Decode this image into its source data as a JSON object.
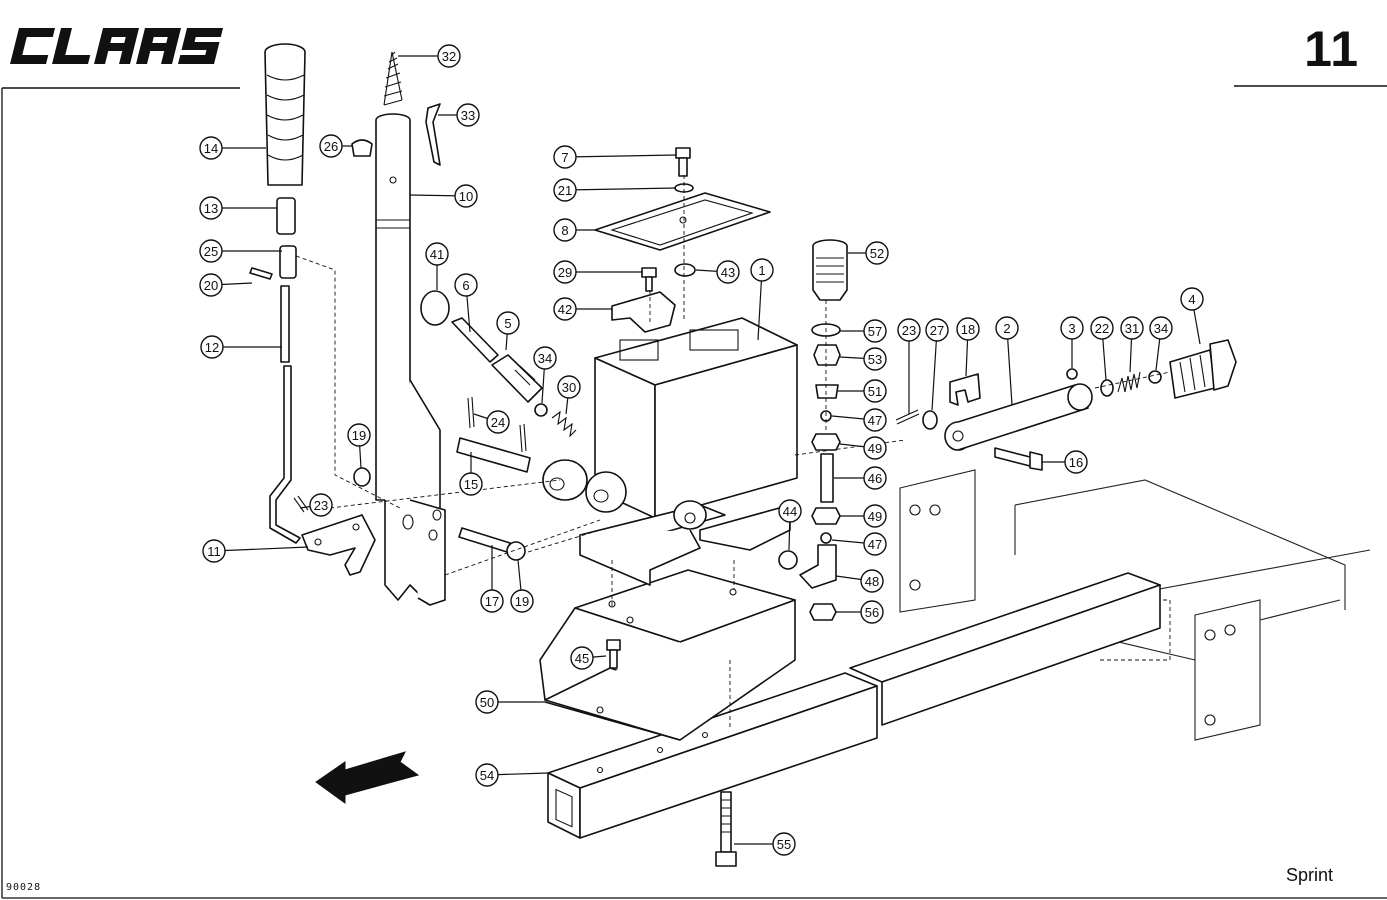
{
  "header": {
    "brand_logo": "CLAAS",
    "page_number": "11"
  },
  "footer": {
    "model": "Sprint",
    "drawing_code": "90028"
  },
  "callouts": [
    {
      "num": "1"
    },
    {
      "num": "2"
    },
    {
      "num": "3"
    },
    {
      "num": "4"
    },
    {
      "num": "5"
    },
    {
      "num": "6"
    },
    {
      "num": "7"
    },
    {
      "num": "8"
    },
    {
      "num": "10"
    },
    {
      "num": "11"
    },
    {
      "num": "12"
    },
    {
      "num": "13"
    },
    {
      "num": "14"
    },
    {
      "num": "15"
    },
    {
      "num": "16"
    },
    {
      "num": "17"
    },
    {
      "num": "18"
    },
    {
      "num": "19"
    },
    {
      "num": "19"
    },
    {
      "num": "20"
    },
    {
      "num": "21"
    },
    {
      "num": "22"
    },
    {
      "num": "23"
    },
    {
      "num": "23"
    },
    {
      "num": "24"
    },
    {
      "num": "25"
    },
    {
      "num": "26"
    },
    {
      "num": "27"
    },
    {
      "num": "29"
    },
    {
      "num": "30"
    },
    {
      "num": "31"
    },
    {
      "num": "32"
    },
    {
      "num": "33"
    },
    {
      "num": "34"
    },
    {
      "num": "34"
    },
    {
      "num": "41"
    },
    {
      "num": "42"
    },
    {
      "num": "43"
    },
    {
      "num": "44"
    },
    {
      "num": "45"
    },
    {
      "num": "46"
    },
    {
      "num": "47"
    },
    {
      "num": "47"
    },
    {
      "num": "48"
    },
    {
      "num": "49"
    },
    {
      "num": "49"
    },
    {
      "num": "50"
    },
    {
      "num": "51"
    },
    {
      "num": "52"
    },
    {
      "num": "53"
    },
    {
      "num": "54"
    },
    {
      "num": "55"
    },
    {
      "num": "56"
    },
    {
      "num": "57"
    }
  ],
  "colors": {
    "ink": "#111111",
    "paper": "#ffffff"
  },
  "icons": {
    "direction": "travel-direction-arrow-icon"
  }
}
